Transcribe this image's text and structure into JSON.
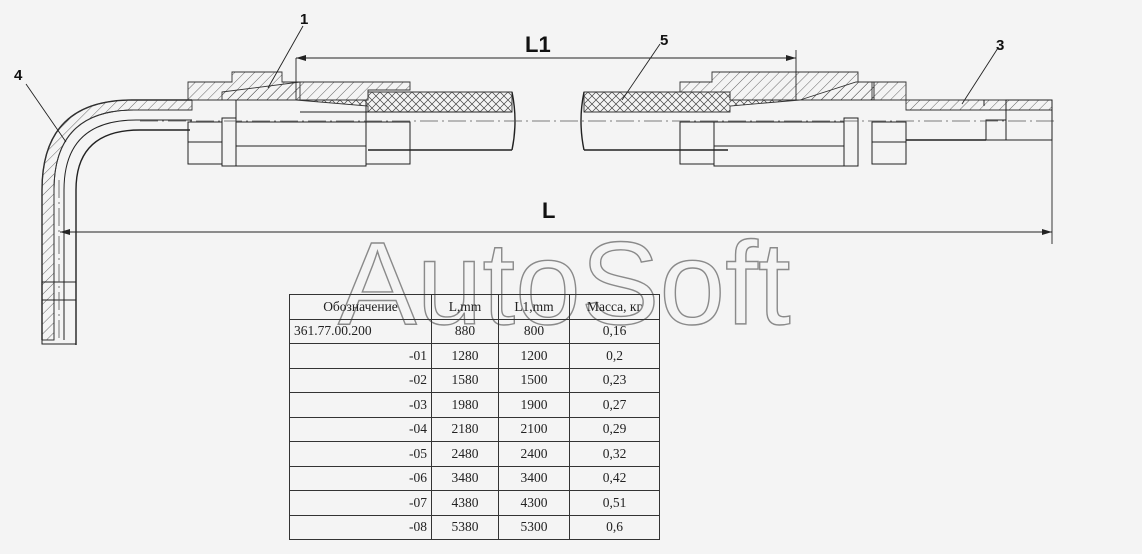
{
  "labels": {
    "part1": "1",
    "part3": "3",
    "part4": "4",
    "part5": "5",
    "dim_L": "L",
    "dim_L1": "L1"
  },
  "watermark": "AutoSoft",
  "table": {
    "headers": [
      "Обозначение",
      "L,mm",
      "L1,mm",
      "Масса, кг"
    ],
    "rows": [
      [
        "361.77.00.200",
        "880",
        "800",
        "0,16"
      ],
      [
        "-01",
        "1280",
        "1200",
        "0,2"
      ],
      [
        "-02",
        "1580",
        "1500",
        "0,23"
      ],
      [
        "-03",
        "1980",
        "1900",
        "0,27"
      ],
      [
        "-04",
        "2180",
        "2100",
        "0,29"
      ],
      [
        "-05",
        "2480",
        "2400",
        "0,32"
      ],
      [
        "-06",
        "3480",
        "3400",
        "0,42"
      ],
      [
        "-07",
        "4380",
        "4300",
        "0,51"
      ],
      [
        "-08",
        "5380",
        "5300",
        "0,6"
      ]
    ]
  }
}
